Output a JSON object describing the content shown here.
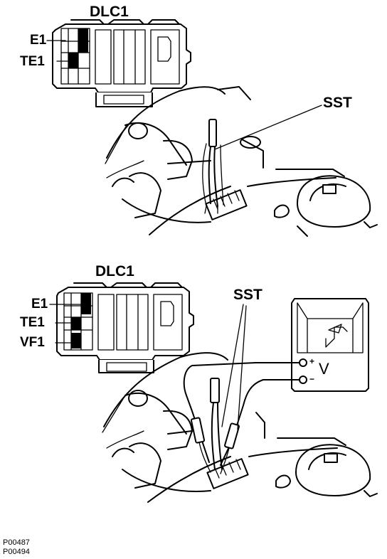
{
  "top": {
    "dlc_label": "DLC1",
    "pins": {
      "e1": "E1",
      "te1": "TE1"
    },
    "sst_label": "SST"
  },
  "bottom": {
    "dlc_label": "DLC1",
    "pins": {
      "e1": "E1",
      "te1": "TE1",
      "vf1": "VF1"
    },
    "sst_label": "SST",
    "voltmeter": {
      "symbol": "V",
      "plus": "+",
      "minus": "−"
    }
  },
  "codes": [
    "P00487",
    "P00494"
  ]
}
